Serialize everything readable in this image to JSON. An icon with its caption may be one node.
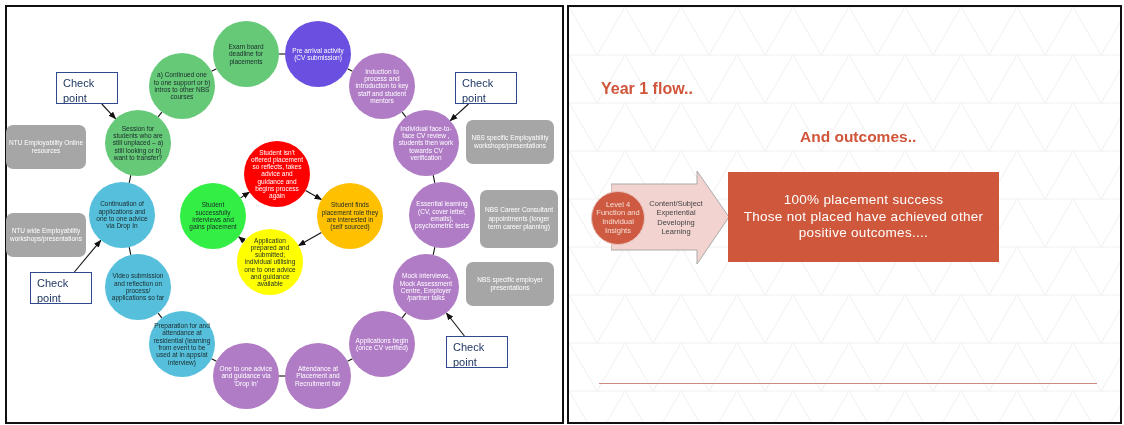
{
  "diagram": {
    "nodes": [
      {
        "text": [
          "Check point"
        ]
      },
      {
        "text": [
          "a) Continued one to one support or b) intros to other NBS courses"
        ]
      },
      {
        "text": [
          "Exam board deadline for placements"
        ]
      },
      {
        "text": [
          "Pre arrival activity (CV submission)"
        ]
      },
      {
        "text": [
          "Induction to process and introduction to key staff and student mentors"
        ]
      },
      {
        "text": [
          "Check point"
        ]
      },
      {
        "text": [
          "NTU Employability Online resources"
        ]
      },
      {
        "text": [
          "Session for students who are still unplaced – a) still looking or b) want to transfer?"
        ]
      },
      {
        "text": [
          "Individual face-to-face CV review , students then work towards CV verification"
        ]
      },
      {
        "text": [
          "NBS specific Employability workshops/presentations"
        ]
      },
      {
        "text": [
          "Student isn't offered placement so reflects, takes advice and guidance and begins process again"
        ]
      },
      {
        "text": [
          "Continuation of applications and one to one advice via Drop In"
        ]
      },
      {
        "text": [
          "Student successfully interviews and gains placement"
        ]
      },
      {
        "text": [
          "Student finds placement role they are interested in (self sourced)"
        ]
      },
      {
        "text": [
          "Essential learning (CV, cover letter, emails), psychometric tests"
        ]
      },
      {
        "text": [
          "NBS Career Consultant appointments (longer term career planning)"
        ]
      },
      {
        "text": [
          "NTU wide Employability workshops/presentations"
        ]
      },
      {
        "text": [
          "Application prepared and submitted; individual utilising one to one advice and guidance available"
        ]
      },
      {
        "text": [
          "Mock interviews, Mock Assessment Centre, Employer /partner talks"
        ]
      },
      {
        "text": [
          "NBS specific employer presentations"
        ]
      },
      {
        "text": [
          "Check point"
        ]
      },
      {
        "text": [
          "Video submission and reflection on process/ applications so far"
        ]
      },
      {
        "text": [
          "Preparation for and attendance at residential (learning from event to be used at in apps/at interview)"
        ]
      },
      {
        "text": [
          "One to one advice and guidance via 'Drop In'"
        ]
      },
      {
        "text": [
          "Attendance at Placement and Recruitment fair"
        ]
      },
      {
        "text": [
          "Applications begin (once CV verified)"
        ]
      },
      {
        "text": [
          "Check point"
        ]
      },
      {
        "text": [
          "Level 4 Function and Individual Insights"
        ]
      },
      {
        "text": [
          "Content/Subject Experiential Developing Learning"
        ]
      },
      {
        "text": [
          "100% placement success",
          "Those not placed have achieved other positive outcomes...."
        ]
      }
    ],
    "edges": [
      {
        "from": 1,
        "to": 2,
        "arrow": "none"
      },
      {
        "from": 2,
        "to": 3,
        "arrow": "none"
      },
      {
        "from": 3,
        "to": 4,
        "arrow": "none"
      },
      {
        "from": 4,
        "to": 8,
        "arrow": "none"
      },
      {
        "from": 8,
        "to": 14,
        "arrow": "none"
      },
      {
        "from": 14,
        "to": 18,
        "arrow": "none"
      },
      {
        "from": 18,
        "to": 25,
        "arrow": "none"
      },
      {
        "from": 25,
        "to": 24,
        "arrow": "none"
      },
      {
        "from": 24,
        "to": 23,
        "arrow": "none"
      },
      {
        "from": 23,
        "to": 22,
        "arrow": "none"
      },
      {
        "from": 22,
        "to": 21,
        "arrow": "none"
      },
      {
        "from": 21,
        "to": 11,
        "arrow": "none"
      },
      {
        "from": 11,
        "to": 7,
        "arrow": "none"
      },
      {
        "from": 7,
        "to": 1,
        "arrow": "none"
      },
      {
        "from": 0,
        "to": 7,
        "arrow": "to"
      },
      {
        "from": 5,
        "to": 8,
        "arrow": "to"
      },
      {
        "from": 20,
        "to": 11,
        "arrow": "to"
      },
      {
        "from": 26,
        "to": 18,
        "arrow": "to"
      },
      {
        "from": 12,
        "to": 10,
        "arrow": "to"
      },
      {
        "from": 10,
        "to": 13,
        "arrow": "to"
      },
      {
        "from": 13,
        "to": 17,
        "arrow": "to"
      },
      {
        "from": 17,
        "to": 12,
        "arrow": "to"
      }
    ],
    "labels": [
      "Year 1 flow..",
      "And outcomes.."
    ]
  }
}
